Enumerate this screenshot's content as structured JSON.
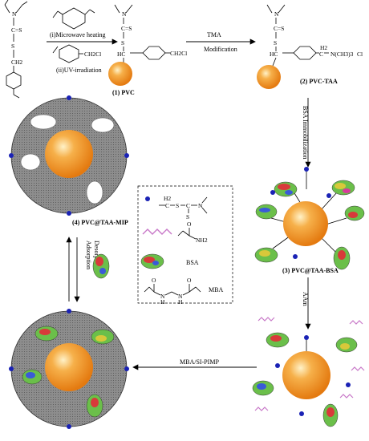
{
  "figure": {
    "step1": {
      "line1": "(i)Microwave heating",
      "line2": "(ii)UV-irradiation"
    },
    "step2": {
      "line1": "TMA",
      "line2": "Modification"
    },
    "step3": {
      "text": "BSA Immobilization"
    },
    "step4": {
      "text": "AAm"
    },
    "step5": {
      "text": "MBA/SI-PIMP"
    },
    "step6": {
      "line1": "Adsorption",
      "line2": "Desorption"
    },
    "products": {
      "p1": "(1) PVC",
      "p2": "(2) PVC-TAA",
      "p3": "(3) PVC@TAA-BSA",
      "p4": "(4) PVC@TAA-MIP"
    },
    "chem": {
      "cs": "C=S",
      "ch2": "CH2",
      "ch2cl": "CH2Cl",
      "ch": "HC",
      "ammonium": "N(CH3)3",
      "chloride": "Cl",
      "h2": "H2",
      "c": "C",
      "s": "S",
      "n": "N"
    },
    "legend": {
      "bsa": "BSA",
      "mba": "MBA",
      "nh2": "NH2",
      "dtc_h2": "H2",
      "dtc_c": "C",
      "dtc_s": "S",
      "dtc_cs": "C",
      "dtc_n": "N",
      "dtc_s2": "S",
      "mba_o1": "O",
      "mba_o2": "O",
      "mba_n1": "N",
      "mba_n2": "N",
      "mba_h1": "H",
      "mba_h2": "H",
      "aam_o": "O"
    },
    "colors": {
      "sphere": "#f28e1e",
      "shell": "#8a8a8a",
      "endgroup": "#1a22b5",
      "acrylamide": "#c878c8"
    }
  }
}
